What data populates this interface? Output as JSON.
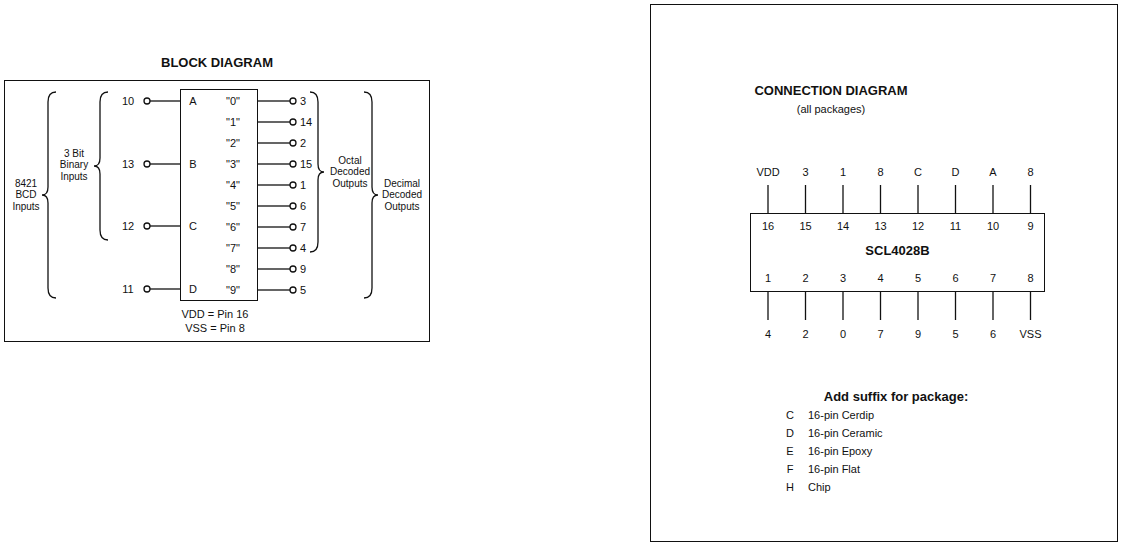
{
  "diagram": {
    "nodes": [
      {
        "text": [
          "BLOCK DIAGRAM"
        ]
      },
      {
        "text": [
          "A",
          "B",
          "C",
          "D",
          "\"0\"",
          "\"1\"",
          "\"2\"",
          "\"3\"",
          "\"4\"",
          "\"5\"",
          "\"6\"",
          "\"7\"",
          "\"8\"",
          "\"9\""
        ],
        "in": 0
      },
      {
        "text": [
          "CONNECTION DIAGRAM",
          "(all packages)",
          "Add suffix for package:"
        ]
      },
      {
        "text": [
          "SCL4028B"
        ],
        "in": 2
      }
    ],
    "labels": [
      "8421 BCD Inputs",
      "3 Bit Binary Inputs",
      "10",
      "13",
      "12",
      "11",
      "3",
      "14",
      "2",
      "15",
      "1",
      "6",
      "7",
      "4",
      "9",
      "5",
      "Octal Decoded Outputs",
      "Decimal Decoded Outputs",
      "VDD = Pin 16",
      "VSS = Pin 8",
      "VDD",
      "3",
      "1",
      "8",
      "C",
      "D",
      "A",
      "8",
      "16",
      "15",
      "14",
      "13",
      "12",
      "11",
      "10",
      "9",
      "1",
      "2",
      "3",
      "4",
      "5",
      "6",
      "7",
      "8",
      "4",
      "2",
      "0",
      "7",
      "9",
      "5",
      "6",
      "VSS",
      "C",
      "16-pin Cerdip",
      "D",
      "16-pin Ceramic",
      "E",
      "16-pin Epoxy",
      "F",
      "16-pin Flat",
      "H",
      "Chip"
    ]
  }
}
